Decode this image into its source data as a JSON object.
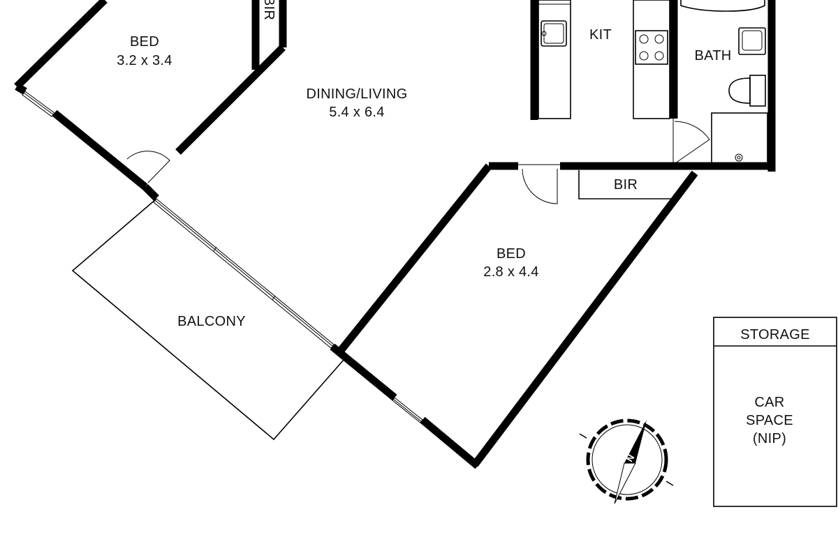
{
  "rooms": {
    "bed1": {
      "name": "BED",
      "size": "3.2 x 3.4"
    },
    "bir_top": {
      "name": "BIR"
    },
    "dining_living": {
      "name": "DINING/LIVING",
      "size": "5.4 x 6.4"
    },
    "kitchen": {
      "name": "KIT"
    },
    "bath": {
      "name": "BATH"
    },
    "bir2": {
      "name": "BIR"
    },
    "bed2": {
      "name": "BED",
      "size": "2.8 x 4.4"
    },
    "balcony": {
      "name": "BALCONY"
    },
    "storage": {
      "name": "STORAGE"
    },
    "car_space": {
      "line1": "CAR",
      "line2": "SPACE",
      "line3": "(NIP)"
    }
  },
  "compass": {
    "label": "N"
  },
  "colors": {
    "wall": "#000000",
    "background": "#ffffff",
    "text": "#111111"
  }
}
